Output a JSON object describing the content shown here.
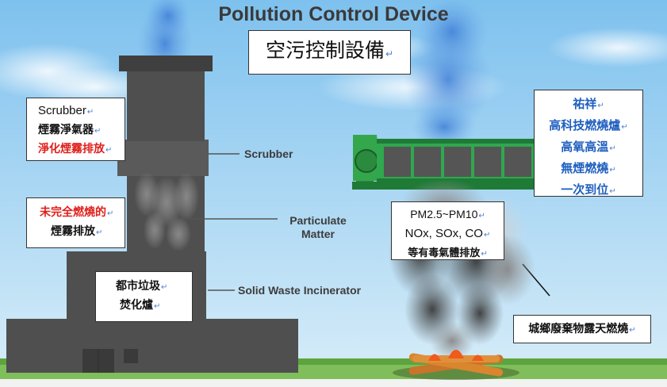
{
  "title": "Pollution Control Device",
  "subtitle": "空污控制設備",
  "return_mark": "↵",
  "diagram_labels": {
    "scrubber": "Scrubber",
    "particulate_matter": [
      "Particulate",
      "Matter"
    ],
    "incinerator": [
      "Solid Waste",
      "Incinerator"
    ]
  },
  "boxes": {
    "scrubber_box": [
      "Scrubber",
      "煙霧淨氣器",
      "淨化煙霧排放"
    ],
    "smoke_box": [
      "未完全燃燒的",
      "煙霧排放"
    ],
    "incinerator_box": [
      "都市垃圾",
      "焚化爐"
    ],
    "tech_box": [
      "祐祥",
      "高科技燃燒爐",
      "高氧高溫",
      "無煙燃燒",
      "一次到位"
    ],
    "pollutant_box": [
      "PM2.5~PM10",
      "NOx, SOx, CO",
      "等有毒氣體排放"
    ],
    "openburn_box": [
      "城鄉廢棄物露天燃燒"
    ]
  },
  "colors": {
    "sky_top": "#7ec1ee",
    "sky_bottom": "#d6ecf8",
    "stack": "#4d4d4d",
    "machine_green": "#2fa84f",
    "red_text": "#e0201b",
    "blue_text": "#1f5fbf"
  }
}
